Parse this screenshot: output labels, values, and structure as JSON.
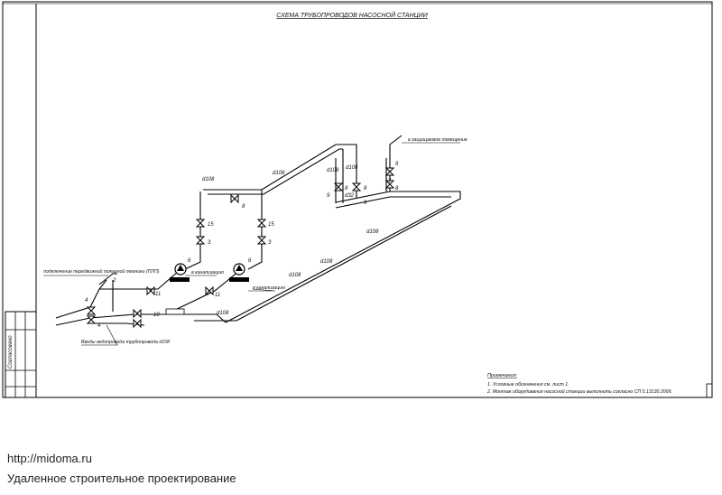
{
  "title": "СХЕМА ТРУБОПРОВОДОВ НАСОСНОЙ СТАНЦИИ",
  "pipe_labels": {
    "d108_top": "d108",
    "d108_riser": "d108",
    "d108_right_a": "d108",
    "d108_right_b": "d108",
    "d108_main": "d108",
    "d108_lower_a": "d108",
    "d108_lower_b": "d108",
    "d108_lower_c": "d108",
    "d32": "d32"
  },
  "callouts": {
    "fire_truck": "подключение передвижной пожарной техники (ПЛП)",
    "inlet": "Вводы водопровода трубопровода d108",
    "to_building": "в защищаемое помещение",
    "sewer_1": "в канализацию",
    "sewer_2": "в канализацию"
  },
  "numbers": {
    "n15a": "15",
    "n3a": "3",
    "n8a": "8",
    "n15b": "15",
    "n3b": "3",
    "n11a": "11",
    "n11b": "11",
    "n4a": "4",
    "n4b": "4",
    "n10": "10",
    "n7a": "7",
    "n9a": "9",
    "n8b": "8",
    "n8c": "8",
    "n8d": "8",
    "n9b": "9",
    "n9c": "9",
    "n2": "2",
    "n6a": "6",
    "n6b": "6"
  },
  "notes": {
    "heading": "Примечания:",
    "note1": "1. Условные обозначения см. лист 1.",
    "note2": "2. Монтаж оборудования насосной станции выполнить согласно СП 5.13130.2009."
  },
  "stamp": {
    "text": "Согласовано"
  },
  "footer": {
    "url": "http://midoma.ru",
    "name": "Удаленное строительное проектирование"
  }
}
